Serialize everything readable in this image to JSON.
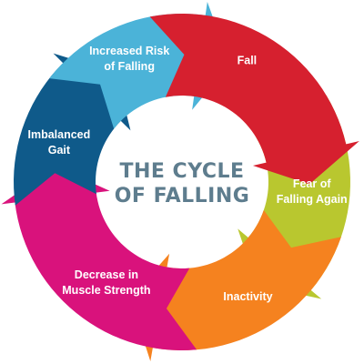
{
  "diagram": {
    "title_lines": [
      "THE CYCLE",
      "OF FALLING"
    ],
    "title_color": "#5e7d8e",
    "segments": [
      {
        "id": "fall",
        "label_lines": [
          "Fall"
        ],
        "color": "#d6202f"
      },
      {
        "id": "fear-of-falling-again",
        "label_lines": [
          "Fear of",
          "Falling Again"
        ],
        "color": "#b9c72f"
      },
      {
        "id": "inactivity",
        "label_lines": [
          "Inactivity"
        ],
        "color": "#f5821f"
      },
      {
        "id": "decrease-in-muscle-strength",
        "label_lines": [
          "Decrease in",
          "Muscle Strength"
        ],
        "color": "#d9127c"
      },
      {
        "id": "imbalanced-gait",
        "label_lines": [
          "Imbalanced",
          "Gait"
        ],
        "color": "#0f5a8a"
      },
      {
        "id": "increased-risk-of-falling",
        "label_lines": [
          "Increased Risk",
          "of Falling"
        ],
        "color": "#4bb3d8"
      }
    ]
  }
}
